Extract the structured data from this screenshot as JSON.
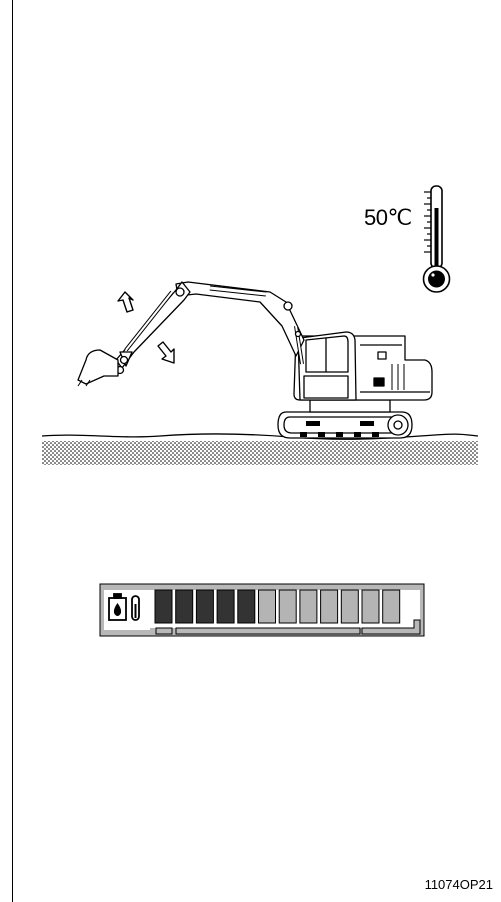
{
  "temperature": {
    "text": "50℃"
  },
  "gauge": {
    "segments_total": 12,
    "segments_filled": 5,
    "fill_color": "#333333",
    "empty_color": "#b4b4b4",
    "panel_color": "#b8b8b8"
  },
  "arrows": {
    "boom_up": "up-arrow-icon",
    "arm_out": "down-right-arrow-icon"
  },
  "document_code": "11074OP21"
}
